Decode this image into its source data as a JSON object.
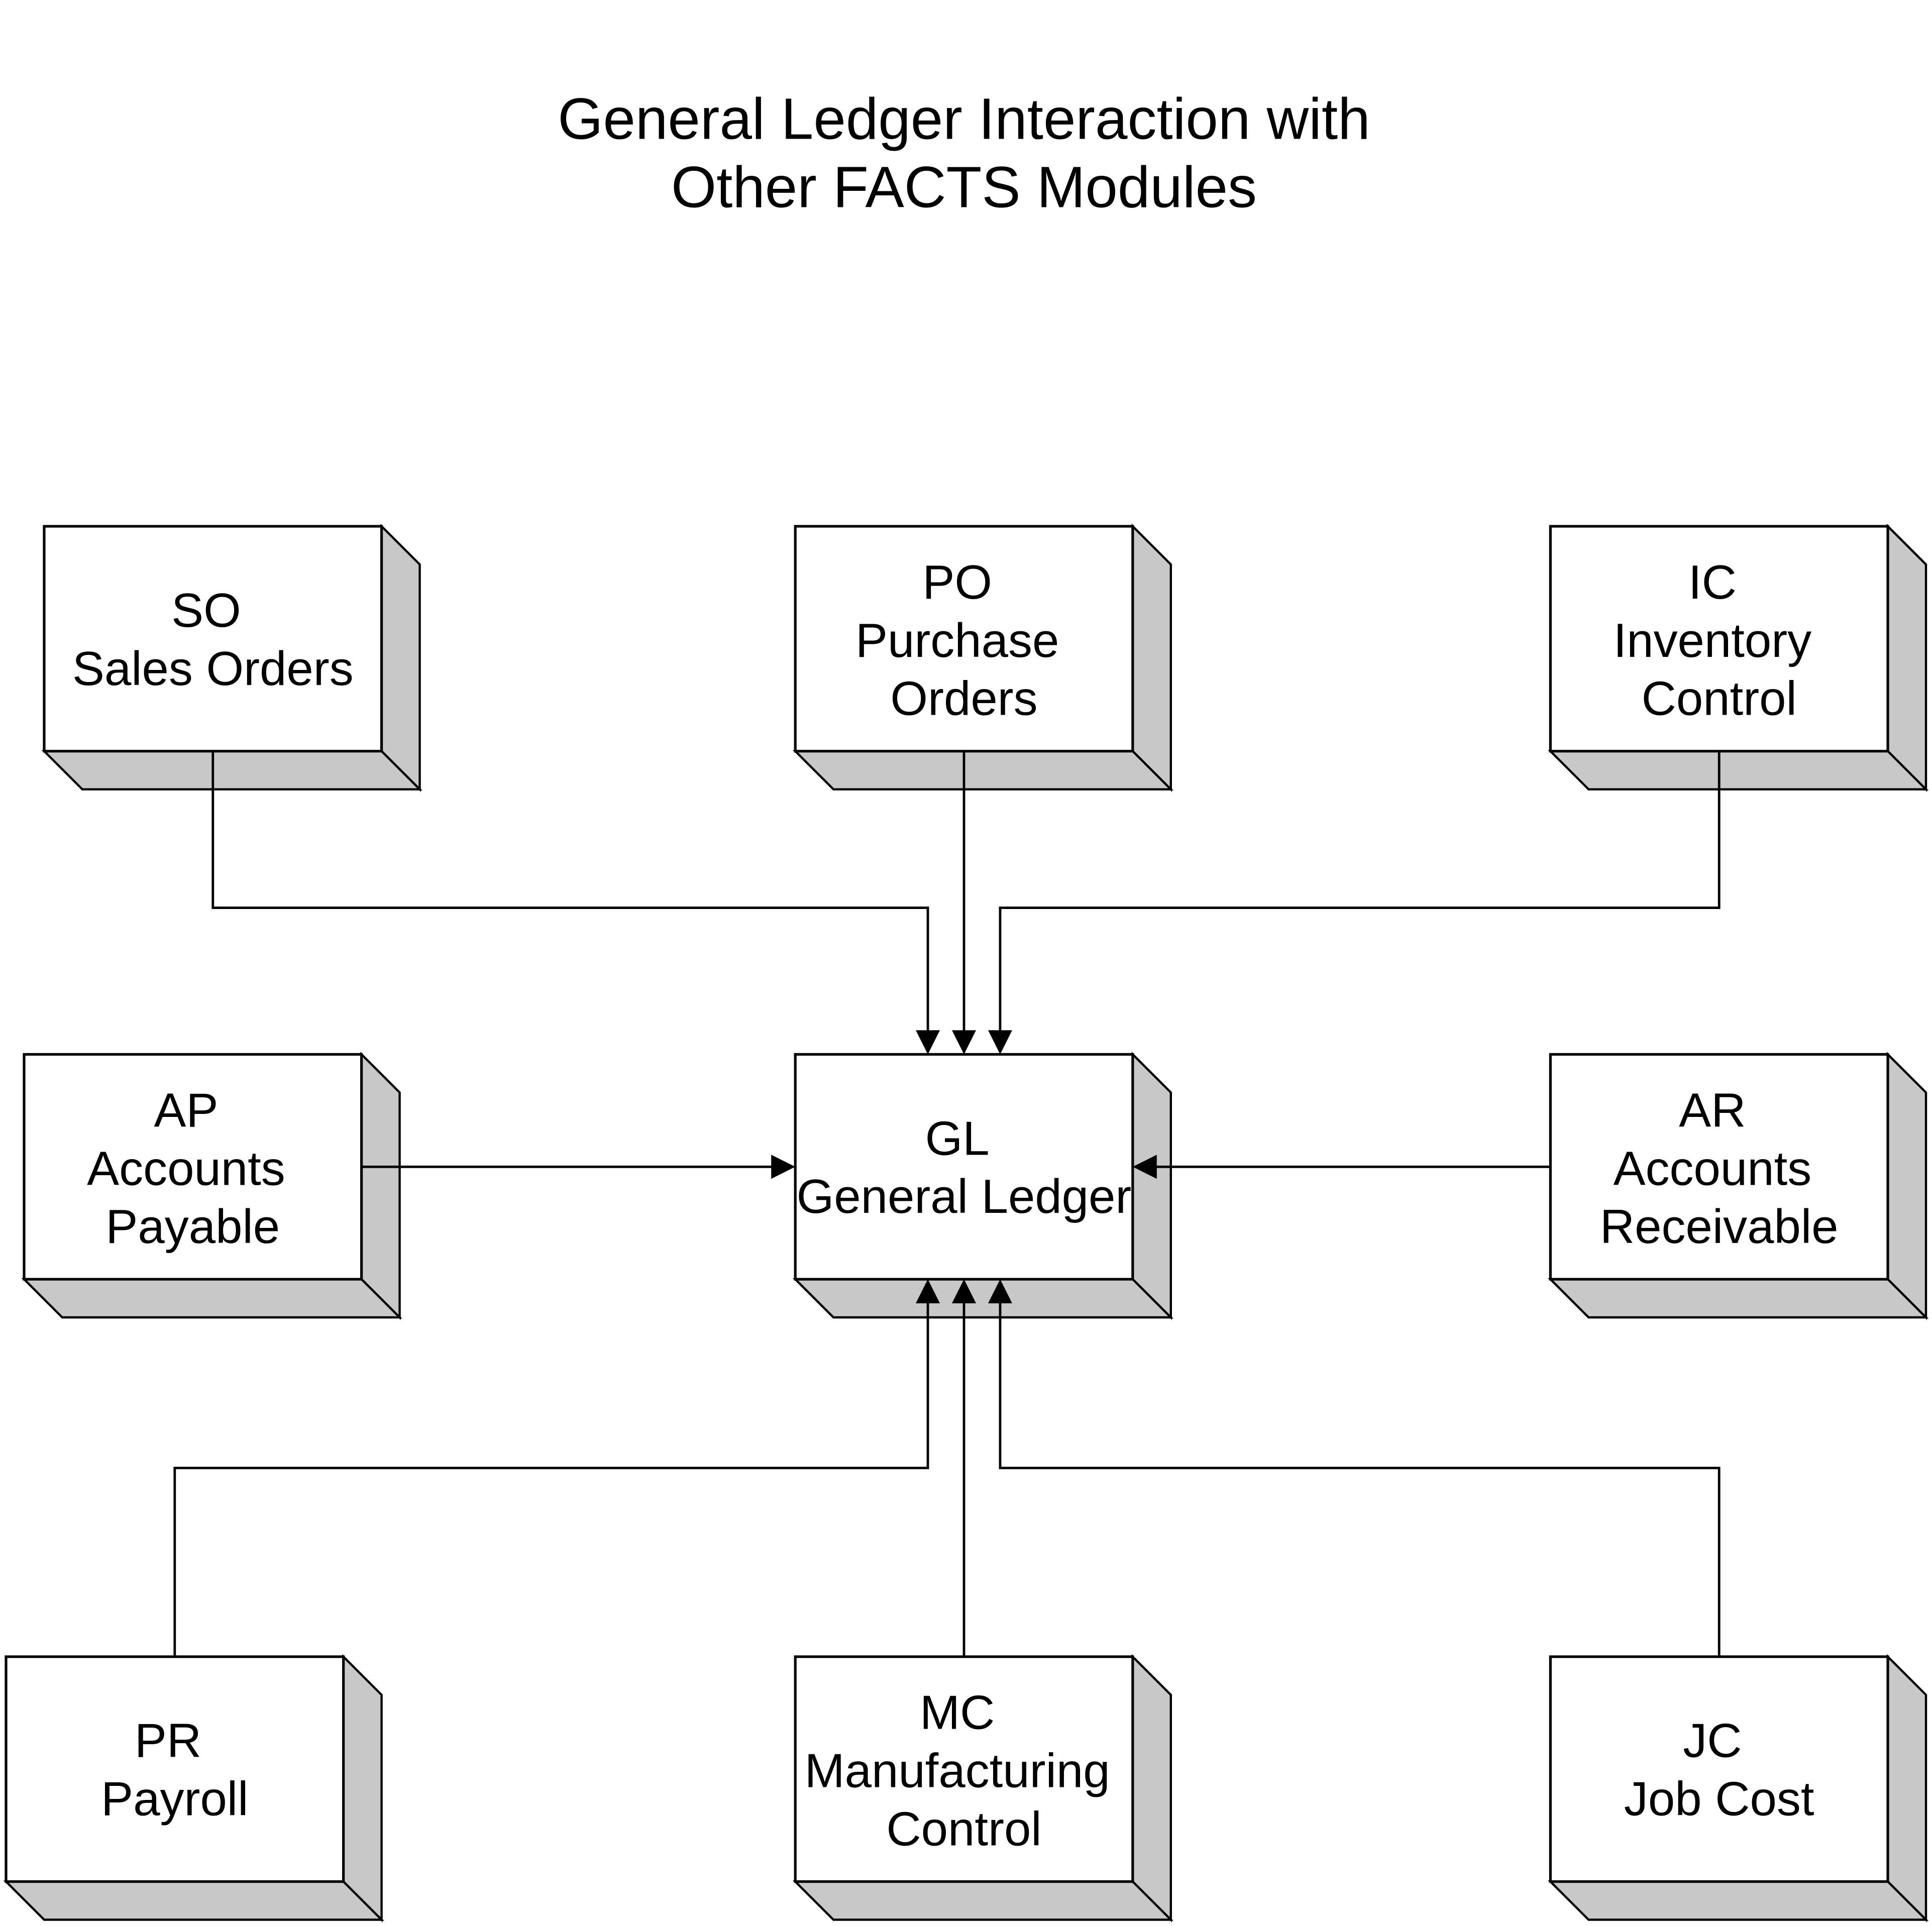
{
  "title": {
    "line1": "General Ledger Interaction with",
    "line2": "Other FACTS Modules"
  },
  "colors": {
    "background": "#ffffff",
    "box_face": "#ffffff",
    "box_depth": "#c8c8c8",
    "line": "#000000",
    "text": "#000000"
  },
  "nodes": {
    "so": {
      "code": "SO",
      "name": "Sales Orders",
      "lines": [
        "SO",
        "Sales Orders"
      ]
    },
    "po": {
      "code": "PO",
      "name": "Purchase Orders",
      "lines": [
        "PO",
        "Purchase",
        "Orders"
      ]
    },
    "ic": {
      "code": "IC",
      "name": "Inventory Control",
      "lines": [
        "IC",
        "Inventory",
        "Control"
      ]
    },
    "ap": {
      "code": "AP",
      "name": "Accounts Payable",
      "lines": [
        "AP",
        "Accounts",
        "Payable"
      ]
    },
    "gl": {
      "code": "GL",
      "name": "General Ledger",
      "lines": [
        "GL",
        "General Ledger"
      ]
    },
    "ar": {
      "code": "AR",
      "name": "Accounts Receivable",
      "lines": [
        "AR",
        "Accounts",
        "Receivable"
      ]
    },
    "pr": {
      "code": "PR",
      "name": "Payroll",
      "lines": [
        "PR",
        "Payroll"
      ]
    },
    "mc": {
      "code": "MC",
      "name": "Manufacturing Control",
      "lines": [
        "MC",
        "Manufacturing",
        "Control"
      ]
    },
    "jc": {
      "code": "JC",
      "name": "Job Cost",
      "lines": [
        "JC",
        "Job Cost"
      ]
    }
  },
  "edges": [
    {
      "from": "SO",
      "to": "GL",
      "arrow": "into GL top"
    },
    {
      "from": "PO",
      "to": "GL",
      "arrow": "into GL top"
    },
    {
      "from": "IC",
      "to": "GL",
      "arrow": "into GL top"
    },
    {
      "from": "AP",
      "to": "GL",
      "arrow": "into GL left side"
    },
    {
      "from": "AR",
      "to": "GL",
      "arrow": "into GL right side"
    },
    {
      "from": "PR",
      "to": "GL",
      "arrow": "into GL bottom"
    },
    {
      "from": "MC",
      "to": "GL",
      "arrow": "into GL bottom"
    },
    {
      "from": "JC",
      "to": "GL",
      "arrow": "into GL bottom"
    }
  ]
}
